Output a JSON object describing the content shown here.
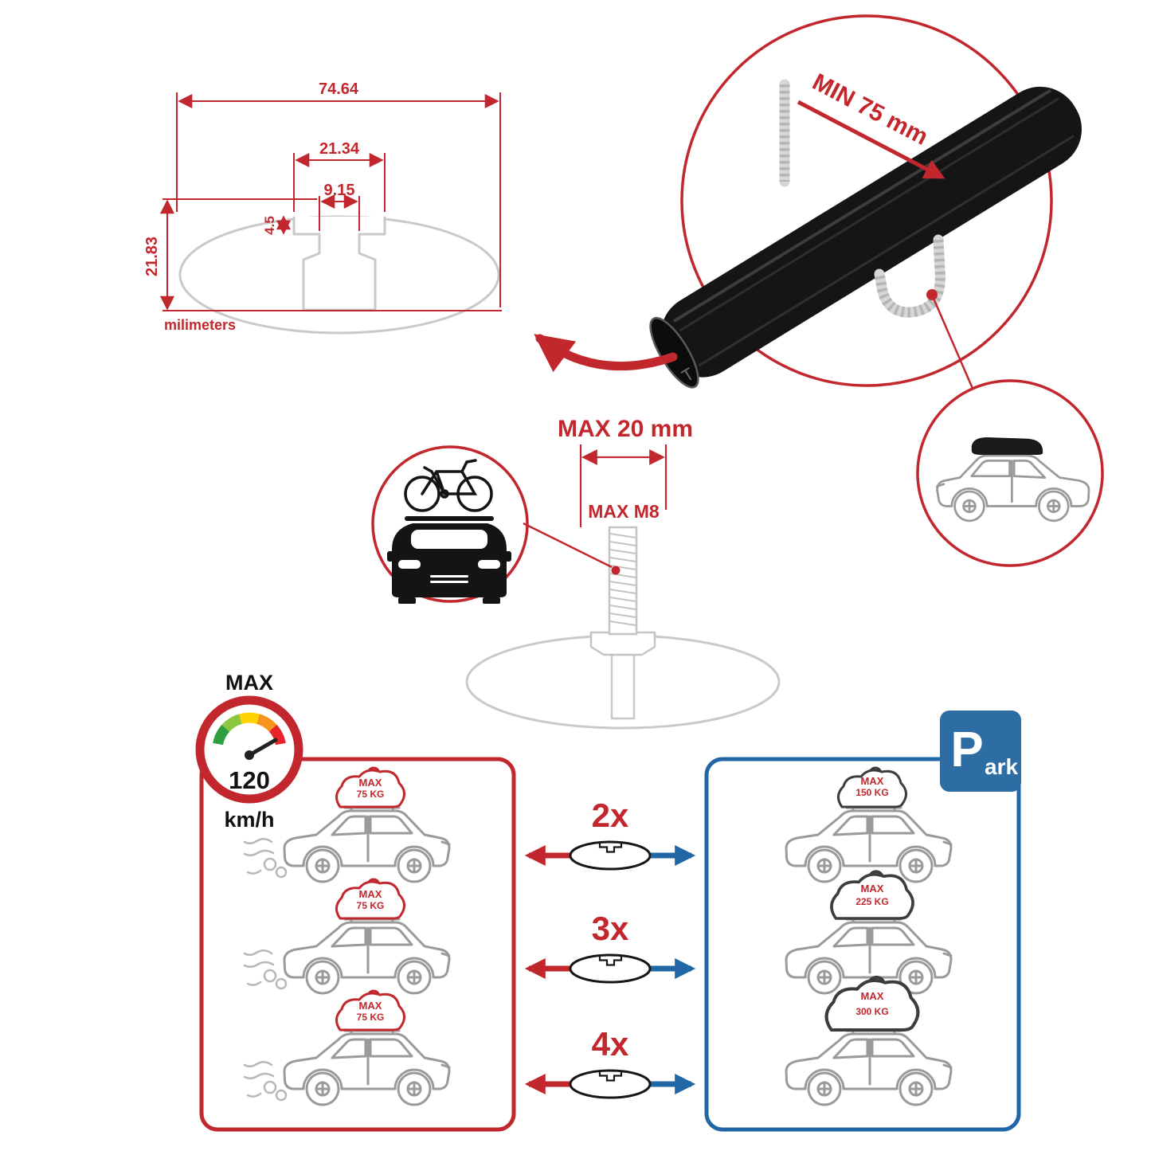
{
  "colors": {
    "accent_red": "#c2272d",
    "accent_blue": "#2166a5",
    "line_gray": "#c9c9c9",
    "bar_black": "#151515"
  },
  "profile_drawing": {
    "total_width": "74.64",
    "slot_outer_width": "21.34",
    "slot_inner_width": "9.15",
    "slot_depth": "4.5",
    "total_height": "21.83",
    "units_label": "milimeters"
  },
  "clamp_diagram": {
    "min_grip_label": "MIN 75 mm"
  },
  "bolt_diagram": {
    "max_length_label": "MAX 20 mm",
    "max_thread_label": "MAX M8"
  },
  "speed_gauge": {
    "top_label": "MAX",
    "value": "120",
    "unit": "km/h"
  },
  "multiplier_rows": [
    {
      "label": "2x"
    },
    {
      "label": "3x"
    },
    {
      "label": "4x"
    }
  ],
  "moving_panel": {
    "cars": [
      {
        "load_line1": "MAX",
        "load_line2": "75 KG"
      },
      {
        "load_line1": "MAX",
        "load_line2": "75 KG"
      },
      {
        "load_line1": "MAX",
        "load_line2": "75 KG"
      }
    ]
  },
  "parked_panel": {
    "cars": [
      {
        "load_line1": "MAX",
        "load_line2": "150 KG"
      },
      {
        "load_line1": "MAX",
        "load_line2": "225 KG"
      },
      {
        "load_line1": "MAX",
        "load_line2": "300 KG"
      }
    ],
    "sign_p": "P",
    "sign_rest": "ark"
  }
}
